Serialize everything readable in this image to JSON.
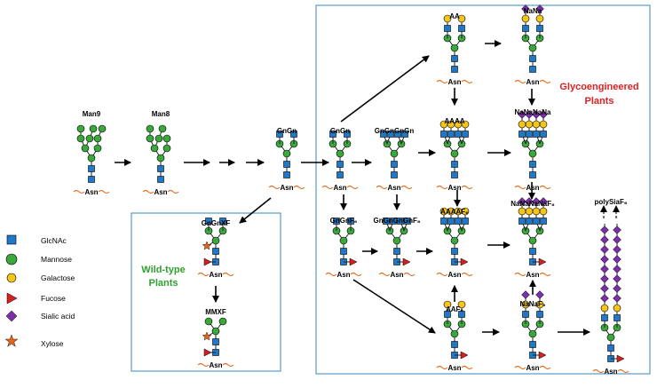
{
  "legend": [
    {
      "name": "GlcNAc",
      "icon": "blue-square-icon"
    },
    {
      "name": "Mannose",
      "icon": "green-circle-icon"
    },
    {
      "name": "Galactose",
      "icon": "yellow-circle-icon"
    },
    {
      "name": "Fucose",
      "icon": "red-triangle-icon"
    },
    {
      "name": "Sialic acid",
      "icon": "purple-diamond-icon"
    },
    {
      "name": "Xylose",
      "icon": "orange-star-icon"
    }
  ],
  "boxes": {
    "wildtype_title": [
      "Wild-type",
      "Plants"
    ],
    "glyco_title": [
      "Glycoengineered",
      "Plants"
    ]
  },
  "asn_label": "Asn",
  "structures": {
    "man9": "Man9",
    "man8": "Man8",
    "gngn": "GnGn",
    "gngn2": "GnGn",
    "gngngngn": "GnGnGnGn",
    "aa": "AA",
    "aaaa": "AAAA",
    "nana": "NaNa",
    "nananana": "NaNaNaNa",
    "gngnf6": "GnGnF₆",
    "gngngngnf6": "GnGnGnGnF₆",
    "aaaaf6": "AAAAF₆",
    "nananananaf6": "NaNaNaNaF₆",
    "polysiaf6": "polySiaF₆",
    "aaf6": "AAF₆",
    "nanaf6": "NaNaF₆",
    "gngnxf": "GnGnXF",
    "mmxf": "MMXF"
  },
  "colors": {
    "glcnac": "#1f78c8",
    "mannose": "#3aa83a",
    "galactose": "#f5c518",
    "fucose": "#d42020",
    "sialic": "#7b2fa8",
    "xylose": "#e0651a",
    "box_border": "#5b9bc6",
    "wildtype_text": "#2ea02e",
    "glyco_text": "#e02020",
    "asn_wave": "#e07020"
  }
}
